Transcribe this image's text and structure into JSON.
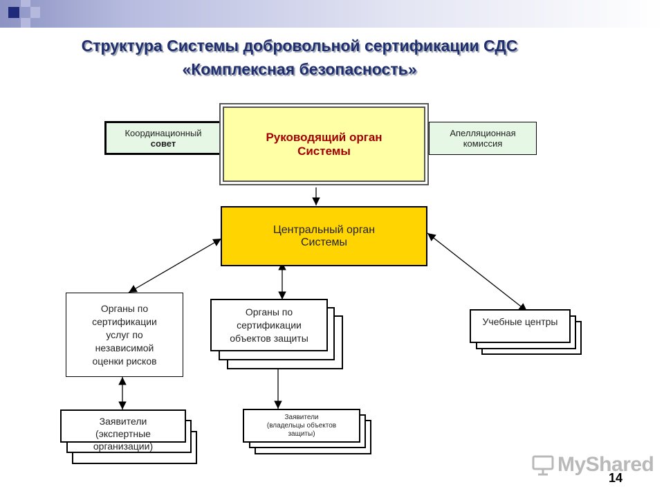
{
  "slide": {
    "title_line1": "Структура Системы добровольной сертификации СДС",
    "title_line2": "«Комплексная безопасность»",
    "page_number": "14",
    "watermark": "MyShared",
    "colors": {
      "title": "#1f2f6e",
      "head_org_fill": "#ffffa6",
      "central_org_fill": "#ffd400",
      "side_box_fill": "#e6f7e6",
      "head_org_text": "#a50000"
    }
  },
  "nodes": {
    "coord_council": {
      "line1": "Координационный",
      "line2": "совет"
    },
    "head_org": {
      "line1": "Руководящий орган",
      "line2": "Системы"
    },
    "appeal_commission": {
      "line1": "Апелляционная",
      "line2": "комиссия"
    },
    "central_org": {
      "line1": "Центральный орган",
      "line2": "Системы"
    },
    "risk_cert_bodies": {
      "line1": "Органы по",
      "line2": "сертификации",
      "line3": "услуг по",
      "line4": "независимой",
      "line5": "оценки рисков"
    },
    "object_cert_bodies": {
      "line1": "Органы по",
      "line2": "сертификации",
      "line3": "объектов защиты"
    },
    "training_centers": {
      "line1": "Учебные центры"
    },
    "applicants_expert": {
      "line1": "Заявители",
      "line2": "(экспертные",
      "line3": "организации)"
    },
    "applicants_owners": {
      "line1": "Заявители",
      "line2": "(владельцы объектов",
      "line3": "защиты)"
    }
  }
}
